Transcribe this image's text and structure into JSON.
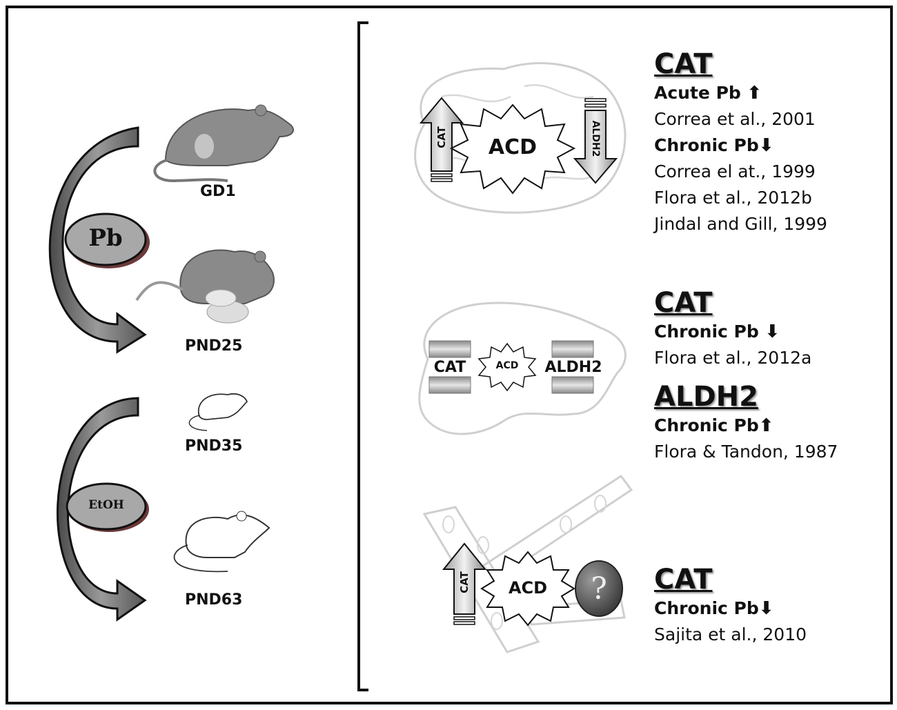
{
  "timeline": {
    "stages": [
      "GD1",
      "PND25",
      "PND35",
      "PND63"
    ],
    "exposures": [
      "Pb",
      "EtOH"
    ]
  },
  "panels": {
    "brain": {
      "center": "ACD",
      "left_arrow": "CAT",
      "right_arrow": "ALDH2",
      "refs": {
        "heading": "CAT",
        "groups": [
          {
            "label": "Acute Pb",
            "arrow": "⬆",
            "citations": [
              "Correa et al., 2001"
            ]
          },
          {
            "label": "Chronic Pb",
            "arrow": "⬇",
            "citations": [
              "Correa el at., 1999",
              "Flora et al., 2012b",
              "Jindal and Gill, 1999"
            ]
          }
        ]
      }
    },
    "liver": {
      "center": "ACD",
      "left_gate": "CAT",
      "right_gate": "ALDH2",
      "refs": [
        {
          "heading": "CAT",
          "label": "Chronic Pb",
          "arrow": "⬇",
          "citations": [
            "Flora et al., 2012a"
          ]
        },
        {
          "heading": "ALDH2",
          "label": "Chronic Pb",
          "arrow": "⬆",
          "citations": [
            "Flora & Tandon, 1987"
          ]
        }
      ]
    },
    "blood": {
      "center": "ACD",
      "left_arrow": "CAT",
      "unknown_mark": "?",
      "refs": {
        "heading": "CAT",
        "label": "Chronic Pb",
        "arrow": "⬇",
        "citations": [
          "Sajita et al., 2010"
        ]
      }
    }
  },
  "colors": {
    "arrow_fill": "#7a7a7a",
    "ellipse_fill": "#a8a8a8",
    "rat_fill": "#8c8c8c",
    "outline_light": "#cfcfcf",
    "text": "#111111"
  }
}
